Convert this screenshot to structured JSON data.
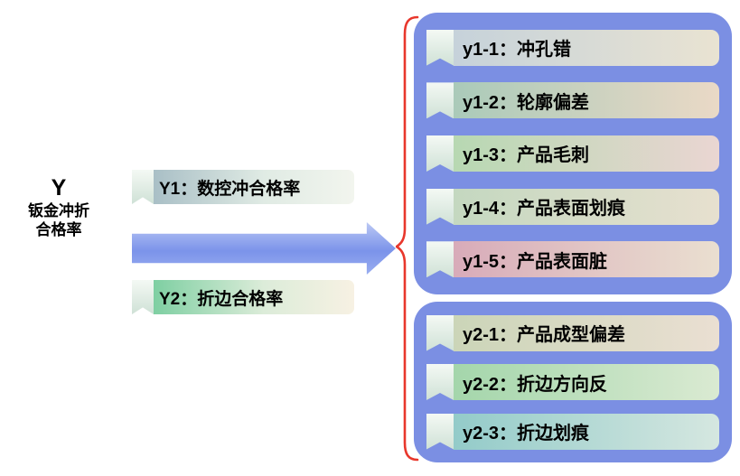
{
  "colors": {
    "panel_bg": "#7b8fe3",
    "arrow_blue": "#7b93ea",
    "brace_red": "#e8372c",
    "text": "#000000"
  },
  "root_label": {
    "line1": "Y",
    "line2": "钣金冲折",
    "line3": "合格率"
  },
  "level1": [
    {
      "label": "Y1：数控冲合格率"
    },
    {
      "label": "Y2：折边合格率"
    }
  ],
  "level2_groups": [
    {
      "name": "y1-group",
      "items": [
        {
          "label": "y1-1：冲孔错"
        },
        {
          "label": "y1-2：轮廓偏差"
        },
        {
          "label": "y1-3：产品毛刺"
        },
        {
          "label": "y1-4：产品表面划痕"
        },
        {
          "label": "y1-5：产品表面脏"
        }
      ]
    },
    {
      "name": "y2-group",
      "items": [
        {
          "label": "y2-1：产品成型偏差"
        },
        {
          "label": "y2-2：折边方向反"
        },
        {
          "label": "y2-3：折边划痕"
        }
      ]
    }
  ]
}
